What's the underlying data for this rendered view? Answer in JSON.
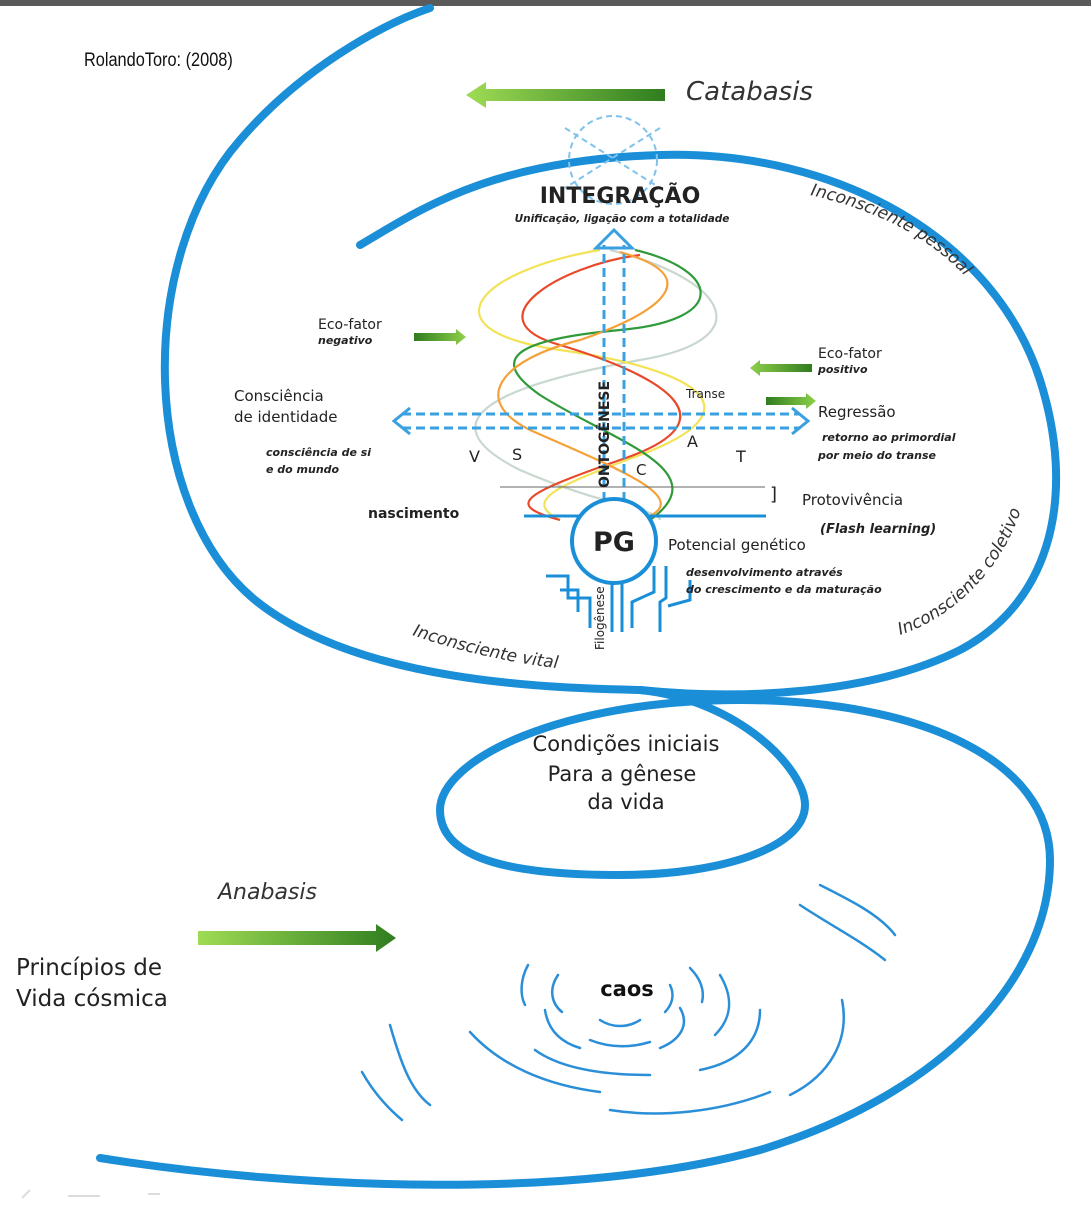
{
  "author_citation": "RolandoToro: (2008)",
  "catabasis_label": "Catabasis",
  "anabasis_label": "Anabasis",
  "integracao": {
    "title": "INTEGRAÇÃO",
    "subtitle": "Unificação, ligação com a totalidade"
  },
  "zones": {
    "pessoal": "Inconsciente pessoal",
    "coletivo": "Inconsciente coletivo",
    "vital": "Inconsciente vital"
  },
  "eco_negativo": {
    "line1": "Eco-fator",
    "line2": "negativo"
  },
  "eco_positivo": {
    "line1": "Eco-fator",
    "line2": "positivo"
  },
  "consciencia": {
    "line1": "Consciência",
    "line2": "de identidade",
    "sub1": "consciência de si",
    "sub2": "e do mundo"
  },
  "regressao": {
    "title": "Regressão",
    "sub1": "retorno ao primordial",
    "sub2": "por meio do transe"
  },
  "transe": "Transe",
  "ontogenese": "ONTOGÊNESE",
  "letters": {
    "v": "V",
    "s": "S",
    "c": "C",
    "a": "A",
    "t": "T"
  },
  "protovivencia": {
    "bracket": "]",
    "title": "Protovivência",
    "sub": "(Flash learning)"
  },
  "nascimento": "nascimento",
  "pg": {
    "label": "PG",
    "title": "Potencial genético",
    "sub1": "desenvolvimento através",
    "sub2": "do crescimento e da maturação"
  },
  "filogenese": "Filogênese",
  "condicoes": {
    "line1": "Condições iniciais",
    "line2": "Para a gênese",
    "line3": "da vida"
  },
  "principios": {
    "line1": "Princípios de",
    "line2": "Vida cósmica"
  },
  "caos": "caos",
  "colors": {
    "spiral": "#1a8fd8",
    "dashed": "#3aa0e0",
    "arrow_green": "#3a9a2a",
    "arrow_light": "#9fdc54",
    "wave_red": "#e8492a",
    "wave_yellow": "#f2e356",
    "wave_green": "#2f9a3a",
    "wave_orange": "#f4a13a",
    "wave_grey": "#c9d8cf"
  }
}
